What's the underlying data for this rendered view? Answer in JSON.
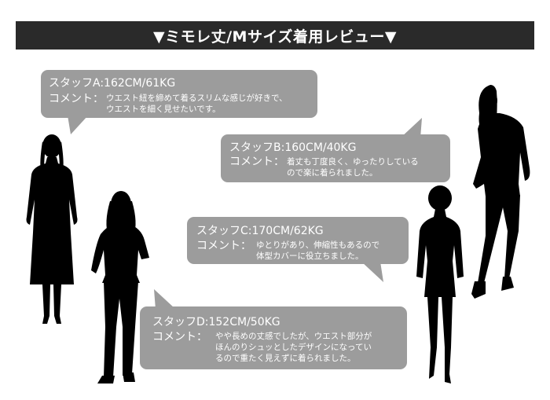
{
  "banner": {
    "title": "▼ミモレ丈/Mサイズ着用レビュー▼"
  },
  "reviews": [
    {
      "staff": "スタッフA:162CM/61KG",
      "comment_label": "コメント：",
      "comment": "ウエスト紐を締めて着るスリムな感じが好きで、\nウエストを細く見せたいです。"
    },
    {
      "staff": "スタッフB:160CM/40KG",
      "comment_label": "コメント：",
      "comment": "着丈も丁度良く、ゆったりしている\nので楽に着られました。"
    },
    {
      "staff": "スタッフC:170CM/62KG",
      "comment_label": "コメント：",
      "comment": "ゆとりがあり、伸縮性もあるので\n体型カバーに役立ちました。"
    },
    {
      "staff": "スタッフD:152CM/50KG",
      "comment_label": "コメント：",
      "comment": "やや長めの丈感でしたが、ウエスト部分が\nほんのりシュッとしたデザインになってい\nるので重たく見えずに着られました。"
    }
  ],
  "colors": {
    "banner_bg": "#2a2a2a",
    "bubble_bg": "#9c9c9c",
    "silhouette": "#000000"
  }
}
